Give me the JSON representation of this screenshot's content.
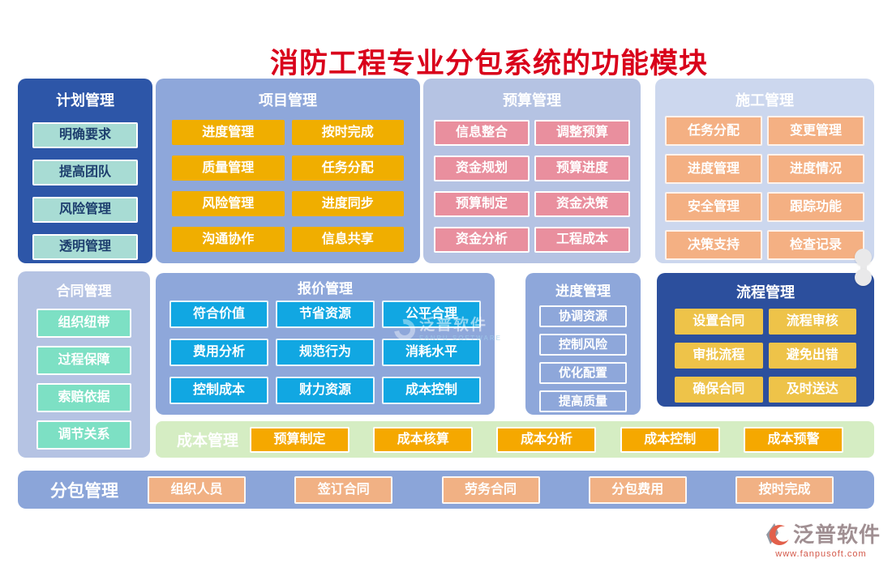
{
  "title": "消防工程专业分包系统的功能模块",
  "panels": {
    "plan": {
      "title": "计划管理",
      "items": [
        "明确要求",
        "提高团队",
        "风险管理",
        "透明管理"
      ]
    },
    "project": {
      "title": "项目管理",
      "items": [
        "进度管理",
        "按时完成",
        "质量管理",
        "任务分配",
        "风险管理",
        "进度同步",
        "沟通协作",
        "信息共享"
      ]
    },
    "budget": {
      "title": "预算管理",
      "items": [
        "信息整合",
        "调整预算",
        "资金规划",
        "预算进度",
        "预算制定",
        "资金决策",
        "资金分析",
        "工程成本"
      ]
    },
    "construction": {
      "title": "施工管理",
      "items": [
        "任务分配",
        "变更管理",
        "进度管理",
        "进度情况",
        "安全管理",
        "跟踪功能",
        "决策支持",
        "检查记录"
      ]
    },
    "contract": {
      "title": "合同管理",
      "items": [
        "组织纽带",
        "过程保障",
        "索赔依据",
        "调节关系"
      ]
    },
    "quote": {
      "title": "报价管理",
      "items": [
        "符合价值",
        "节省资源",
        "公平合理",
        "费用分析",
        "规范行为",
        "消耗水平",
        "控制成本",
        "财力资源",
        "成本控制"
      ]
    },
    "schedule": {
      "title": "进度管理",
      "items": [
        "协调资源",
        "控制风险",
        "优化配置",
        "提高质量"
      ]
    },
    "process": {
      "title": "流程管理",
      "items": [
        "设置合同",
        "流程审核",
        "审批流程",
        "避免出错",
        "确保合同",
        "及时送达"
      ]
    },
    "cost": {
      "title": "成本管理",
      "items": [
        "预算制定",
        "成本核算",
        "成本分析",
        "成本控制",
        "成本预警"
      ]
    },
    "subcontract": {
      "title": "分包管理",
      "items": [
        "组织人员",
        "签订合同",
        "劳务合同",
        "分包费用",
        "按时完成"
      ]
    }
  },
  "watermark": {
    "text": "泛普软件",
    "sub": "FANPU SOFTWARE"
  },
  "logo": {
    "name": "泛普软件",
    "url": "www.fanpusoft.com"
  },
  "colors": {
    "title": "#d9001b",
    "panel-dark": "#2d56a8",
    "panel-dark2": "#2c4f9d",
    "panel-periwinkle": "#8ea7da",
    "panel-light": "#b5c3e3",
    "panel-lighter": "#ccd7ee",
    "btn-yellow": "#f0ae00",
    "btn-pink": "#e98f9e",
    "btn-peach": "#f4b083",
    "btn-teal": "#a8dcd4",
    "teal-text": "#1d3e6e",
    "btn-mint": "#7de0c4",
    "btn-azure": "#11a7e2",
    "btn-gold": "#eec349",
    "btn-orange": "#f5a800",
    "btn-peach2": "#f1b184",
    "bar-green": "#d5edc3",
    "bar-blue": "#8ba5d9"
  }
}
